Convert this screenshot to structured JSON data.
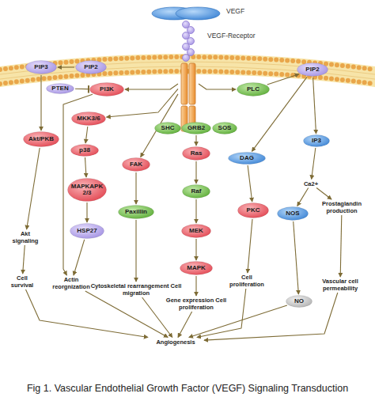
{
  "diagram": {
    "caption": "Fig 1. Vascular Endothelial Growth Factor (VEGF) Signaling Transduction",
    "nodes": [
      {
        "text": [
          "VEGF"
        ]
      },
      {
        "text": [
          "VEGF-Receptor"
        ]
      },
      {
        "text": [
          "PIP3"
        ]
      },
      {
        "text": [
          "PIP2"
        ]
      },
      {
        "text": [
          "PIP2"
        ]
      },
      {
        "text": [
          "PTEN"
        ]
      },
      {
        "text": [
          "PI3K"
        ]
      },
      {
        "text": [
          "PLC"
        ]
      },
      {
        "text": [
          "MKK3/6"
        ]
      },
      {
        "text": [
          "SHC"
        ]
      },
      {
        "text": [
          "GRB2"
        ]
      },
      {
        "text": [
          "SOS"
        ]
      },
      {
        "text": [
          "Akt/PKB"
        ]
      },
      {
        "text": [
          "IP3"
        ]
      },
      {
        "text": [
          "p38"
        ]
      },
      {
        "text": [
          "Ras"
        ]
      },
      {
        "text": [
          "DAG"
        ]
      },
      {
        "text": [
          "FAK"
        ]
      },
      {
        "text": [
          "Ca2+"
        ]
      },
      {
        "text": [
          "MAPKAPK 2/3"
        ]
      },
      {
        "text": [
          "Raf"
        ]
      },
      {
        "text": [
          "Prostaglandin production"
        ]
      },
      {
        "text": [
          "PKC"
        ]
      },
      {
        "text": [
          "Paxillin"
        ]
      },
      {
        "text": [
          "NOS"
        ]
      },
      {
        "text": [
          "HSP27"
        ]
      },
      {
        "text": [
          "MEK"
        ]
      },
      {
        "text": [
          "Akt signaling"
        ]
      },
      {
        "text": [
          "MAPK"
        ]
      },
      {
        "text": [
          "Cell survival"
        ]
      },
      {
        "text": [
          "Actin reorgnization"
        ]
      },
      {
        "text": [
          "Cell proliferation"
        ]
      },
      {
        "text": [
          "Vascular cell permeability"
        ]
      },
      {
        "text": [
          "Cytoskeletal rearrangement Cell migration"
        ]
      },
      {
        "text": [
          "NO"
        ]
      },
      {
        "text": [
          "Gene expression Cell proliferation"
        ]
      },
      {
        "text": [
          "Angiogenesis"
        ]
      }
    ],
    "edges": [
      {
        "from": 3,
        "to": 2,
        "arrow": "to"
      },
      {
        "from": 1,
        "to": 6,
        "arrow": "to"
      },
      {
        "from": 1,
        "to": 7,
        "arrow": "to"
      },
      {
        "from": 5,
        "to": 6,
        "arrow": "to"
      },
      {
        "from": 2,
        "to": 12,
        "arrow": "to"
      },
      {
        "from": 6,
        "to": 30,
        "arrow": "to"
      },
      {
        "from": 1,
        "to": 8,
        "arrow": "to"
      },
      {
        "from": 8,
        "to": 14,
        "arrow": "to"
      },
      {
        "from": 14,
        "to": 19,
        "arrow": "to"
      },
      {
        "from": 19,
        "to": 25,
        "arrow": "to"
      },
      {
        "from": 25,
        "to": 30,
        "arrow": "to"
      },
      {
        "from": 12,
        "to": 27,
        "arrow": "to"
      },
      {
        "from": 27,
        "to": 29,
        "arrow": "to"
      },
      {
        "from": 1,
        "to": 17,
        "arrow": "to"
      },
      {
        "from": 17,
        "to": 23,
        "arrow": "to"
      },
      {
        "from": 23,
        "to": 33,
        "arrow": "to"
      },
      {
        "from": 10,
        "to": 15,
        "arrow": "to"
      },
      {
        "from": 15,
        "to": 20,
        "arrow": "to"
      },
      {
        "from": 20,
        "to": 26,
        "arrow": "to"
      },
      {
        "from": 26,
        "to": 28,
        "arrow": "to"
      },
      {
        "from": 28,
        "to": 35,
        "arrow": "to"
      },
      {
        "from": 7,
        "to": 4,
        "arrow": "to"
      },
      {
        "from": 4,
        "to": 16,
        "arrow": "to"
      },
      {
        "from": 4,
        "to": 13,
        "arrow": "to"
      },
      {
        "from": 16,
        "to": 22,
        "arrow": "to"
      },
      {
        "from": 22,
        "to": 31,
        "arrow": "to"
      },
      {
        "from": 13,
        "to": 18,
        "arrow": "to"
      },
      {
        "from": 18,
        "to": 24,
        "arrow": "to"
      },
      {
        "from": 18,
        "to": 21,
        "arrow": "to"
      },
      {
        "from": 24,
        "to": 34,
        "arrow": "to"
      },
      {
        "from": 21,
        "to": 32,
        "arrow": "to"
      },
      {
        "from": 29,
        "to": 36,
        "arrow": "to"
      },
      {
        "from": 30,
        "to": 36,
        "arrow": "to"
      },
      {
        "from": 33,
        "to": 36,
        "arrow": "to"
      },
      {
        "from": 35,
        "to": 36,
        "arrow": "to"
      },
      {
        "from": 31,
        "to": 36,
        "arrow": "to"
      },
      {
        "from": 34,
        "to": 36,
        "arrow": "to"
      },
      {
        "from": 32,
        "to": 36,
        "arrow": "to"
      }
    ]
  }
}
